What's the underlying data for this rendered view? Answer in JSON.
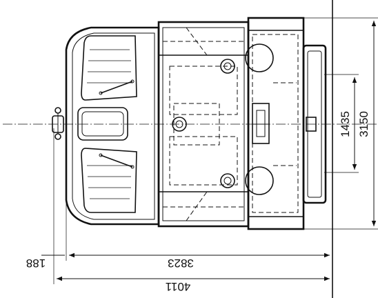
{
  "dimensions": {
    "track_gauge": "1435",
    "overall_width": "3150",
    "body_length": "3823",
    "overall_length": "4011",
    "overhang": "188"
  }
}
